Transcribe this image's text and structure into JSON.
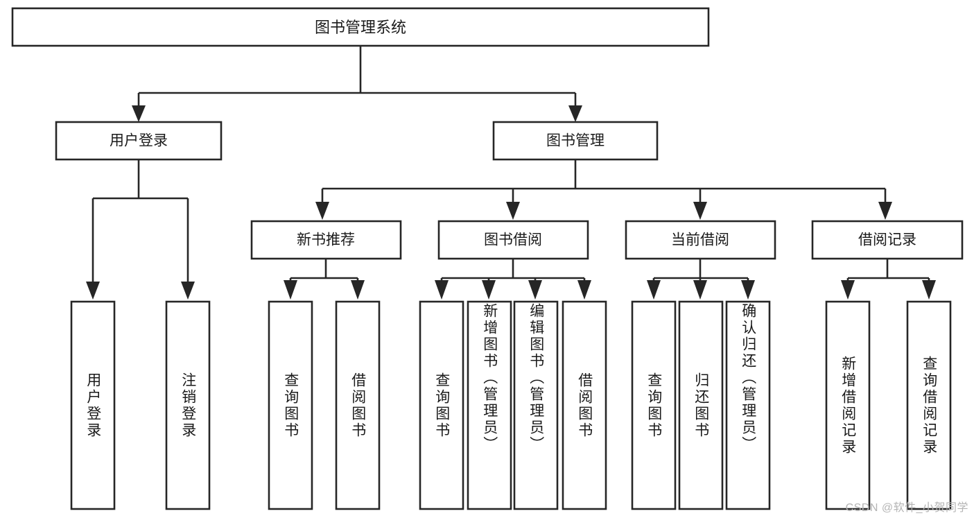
{
  "diagram": {
    "type": "tree-hierarchy",
    "title": "图书管理系统",
    "root": {
      "id": "root",
      "label": "图书管理系统",
      "orientation": "horizontal"
    },
    "level1": [
      {
        "id": "user-login",
        "label": "用户登录",
        "orientation": "horizontal"
      },
      {
        "id": "book-manage",
        "label": "图书管理",
        "orientation": "horizontal"
      }
    ],
    "level2": [
      {
        "id": "new-book-rec",
        "label": "新书推荐",
        "parent": "book-manage",
        "orientation": "horizontal"
      },
      {
        "id": "book-borrow",
        "label": "图书借阅",
        "parent": "book-manage",
        "orientation": "horizontal"
      },
      {
        "id": "current-borrow",
        "label": "当前借阅",
        "parent": "book-manage",
        "orientation": "horizontal"
      },
      {
        "id": "borrow-record",
        "label": "借阅记录",
        "parent": "book-manage",
        "orientation": "horizontal"
      }
    ],
    "leaves": [
      {
        "id": "leaf-user-login",
        "label": "用户登录",
        "parent": "user-login",
        "orientation": "vertical"
      },
      {
        "id": "leaf-user-logout",
        "label": "注销登录",
        "parent": "user-login",
        "orientation": "vertical"
      },
      {
        "id": "leaf-query-book-1",
        "label": "查询图书",
        "parent": "new-book-rec",
        "orientation": "vertical"
      },
      {
        "id": "leaf-borrow-book-1",
        "label": "借阅图书",
        "parent": "new-book-rec",
        "orientation": "vertical"
      },
      {
        "id": "leaf-query-book-2",
        "label": "查询图书",
        "parent": "book-borrow",
        "orientation": "vertical"
      },
      {
        "id": "leaf-add-book",
        "label": "新增图书（管理员）",
        "parent": "book-borrow",
        "orientation": "vertical"
      },
      {
        "id": "leaf-edit-book",
        "label": "编辑图书（管理员）",
        "parent": "book-borrow",
        "orientation": "vertical"
      },
      {
        "id": "leaf-borrow-book-2",
        "label": "借阅图书",
        "parent": "book-borrow",
        "orientation": "vertical"
      },
      {
        "id": "leaf-query-book-3",
        "label": "查询图书",
        "parent": "current-borrow",
        "orientation": "vertical"
      },
      {
        "id": "leaf-return-book",
        "label": "归还图书",
        "parent": "current-borrow",
        "orientation": "vertical"
      },
      {
        "id": "leaf-confirm-return",
        "label": "确认归还（管理员）",
        "parent": "current-borrow",
        "orientation": "vertical"
      },
      {
        "id": "leaf-add-record",
        "label": "新增借阅记录",
        "parent": "borrow-record",
        "orientation": "vertical"
      },
      {
        "id": "leaf-query-record",
        "label": "查询借阅记录",
        "parent": "borrow-record",
        "orientation": "vertical"
      }
    ],
    "colors": {
      "background": "#ffffff",
      "box_fill": "#ffffff",
      "box_stroke": "#262626",
      "connector": "#262626",
      "text": "#1a1a1a",
      "watermark": "#b4b4b4"
    }
  },
  "watermark": {
    "text": "CSDN @软件_小贺同学"
  }
}
